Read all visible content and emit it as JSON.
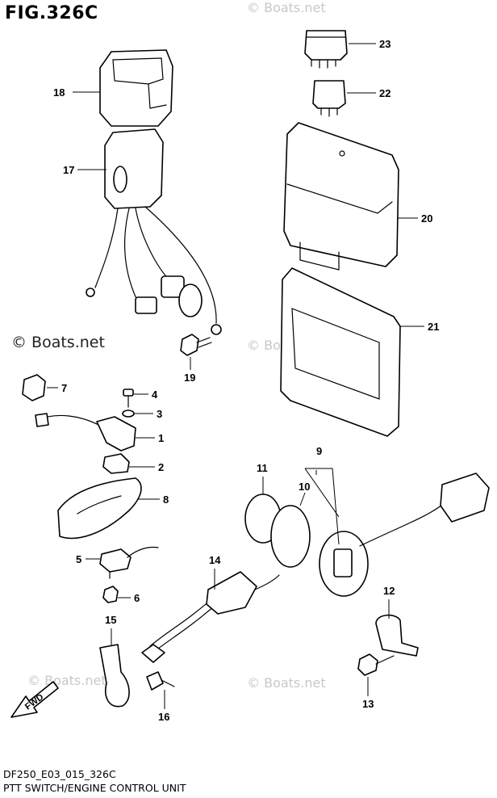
{
  "figure": {
    "title": "FIG.326C",
    "model_code": "DF250_E03_015_326C",
    "caption": "PTT SWITCH/ENGINE CONTROL UNIT",
    "watermark_text": "© Boats.net",
    "fwd_label": "FWD"
  },
  "callouts": [
    {
      "id": "23",
      "label": "23"
    },
    {
      "id": "18",
      "label": "18"
    },
    {
      "id": "22",
      "label": "22"
    },
    {
      "id": "17",
      "label": "17"
    },
    {
      "id": "20",
      "label": "20"
    },
    {
      "id": "21",
      "label": "21"
    },
    {
      "id": "19",
      "label": "19"
    },
    {
      "id": "7",
      "label": "7"
    },
    {
      "id": "4",
      "label": "4"
    },
    {
      "id": "3",
      "label": "3"
    },
    {
      "id": "1",
      "label": "1"
    },
    {
      "id": "2",
      "label": "2"
    },
    {
      "id": "8",
      "label": "8"
    },
    {
      "id": "9",
      "label": "9"
    },
    {
      "id": "11",
      "label": "11"
    },
    {
      "id": "10",
      "label": "10"
    },
    {
      "id": "5",
      "label": "5"
    },
    {
      "id": "6",
      "label": "6"
    },
    {
      "id": "14",
      "label": "14"
    },
    {
      "id": "12",
      "label": "12"
    },
    {
      "id": "15",
      "label": "15"
    },
    {
      "id": "13",
      "label": "13"
    },
    {
      "id": "16",
      "label": "16"
    }
  ]
}
